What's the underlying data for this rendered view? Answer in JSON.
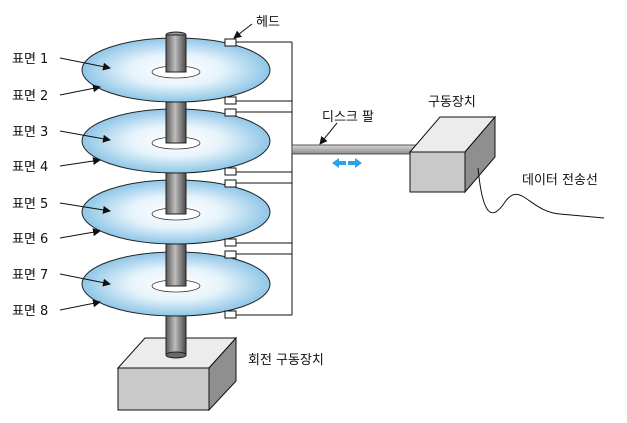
{
  "labels": {
    "surfaces": [
      "표면 1",
      "표면 2",
      "표면 3",
      "표면 4",
      "표면 5",
      "표면 6",
      "표면 7",
      "표면 8"
    ],
    "head": "헤드",
    "disk_arm": "디스크 팔",
    "drive_unit": "구동장치",
    "data_line": "데이터 전송선",
    "rotation_drive": "회전 구동장치"
  },
  "colors": {
    "platter_edge": "#6fb6e0",
    "platter_center": "#ffffff",
    "arrow_blue": "#29a3e8",
    "box_front": "#c9c9c9",
    "box_top": "#e9e9e9",
    "box_side": "#8f8f8f"
  },
  "platter_count": 4,
  "icons": [
    "double-arrow-icon"
  ]
}
